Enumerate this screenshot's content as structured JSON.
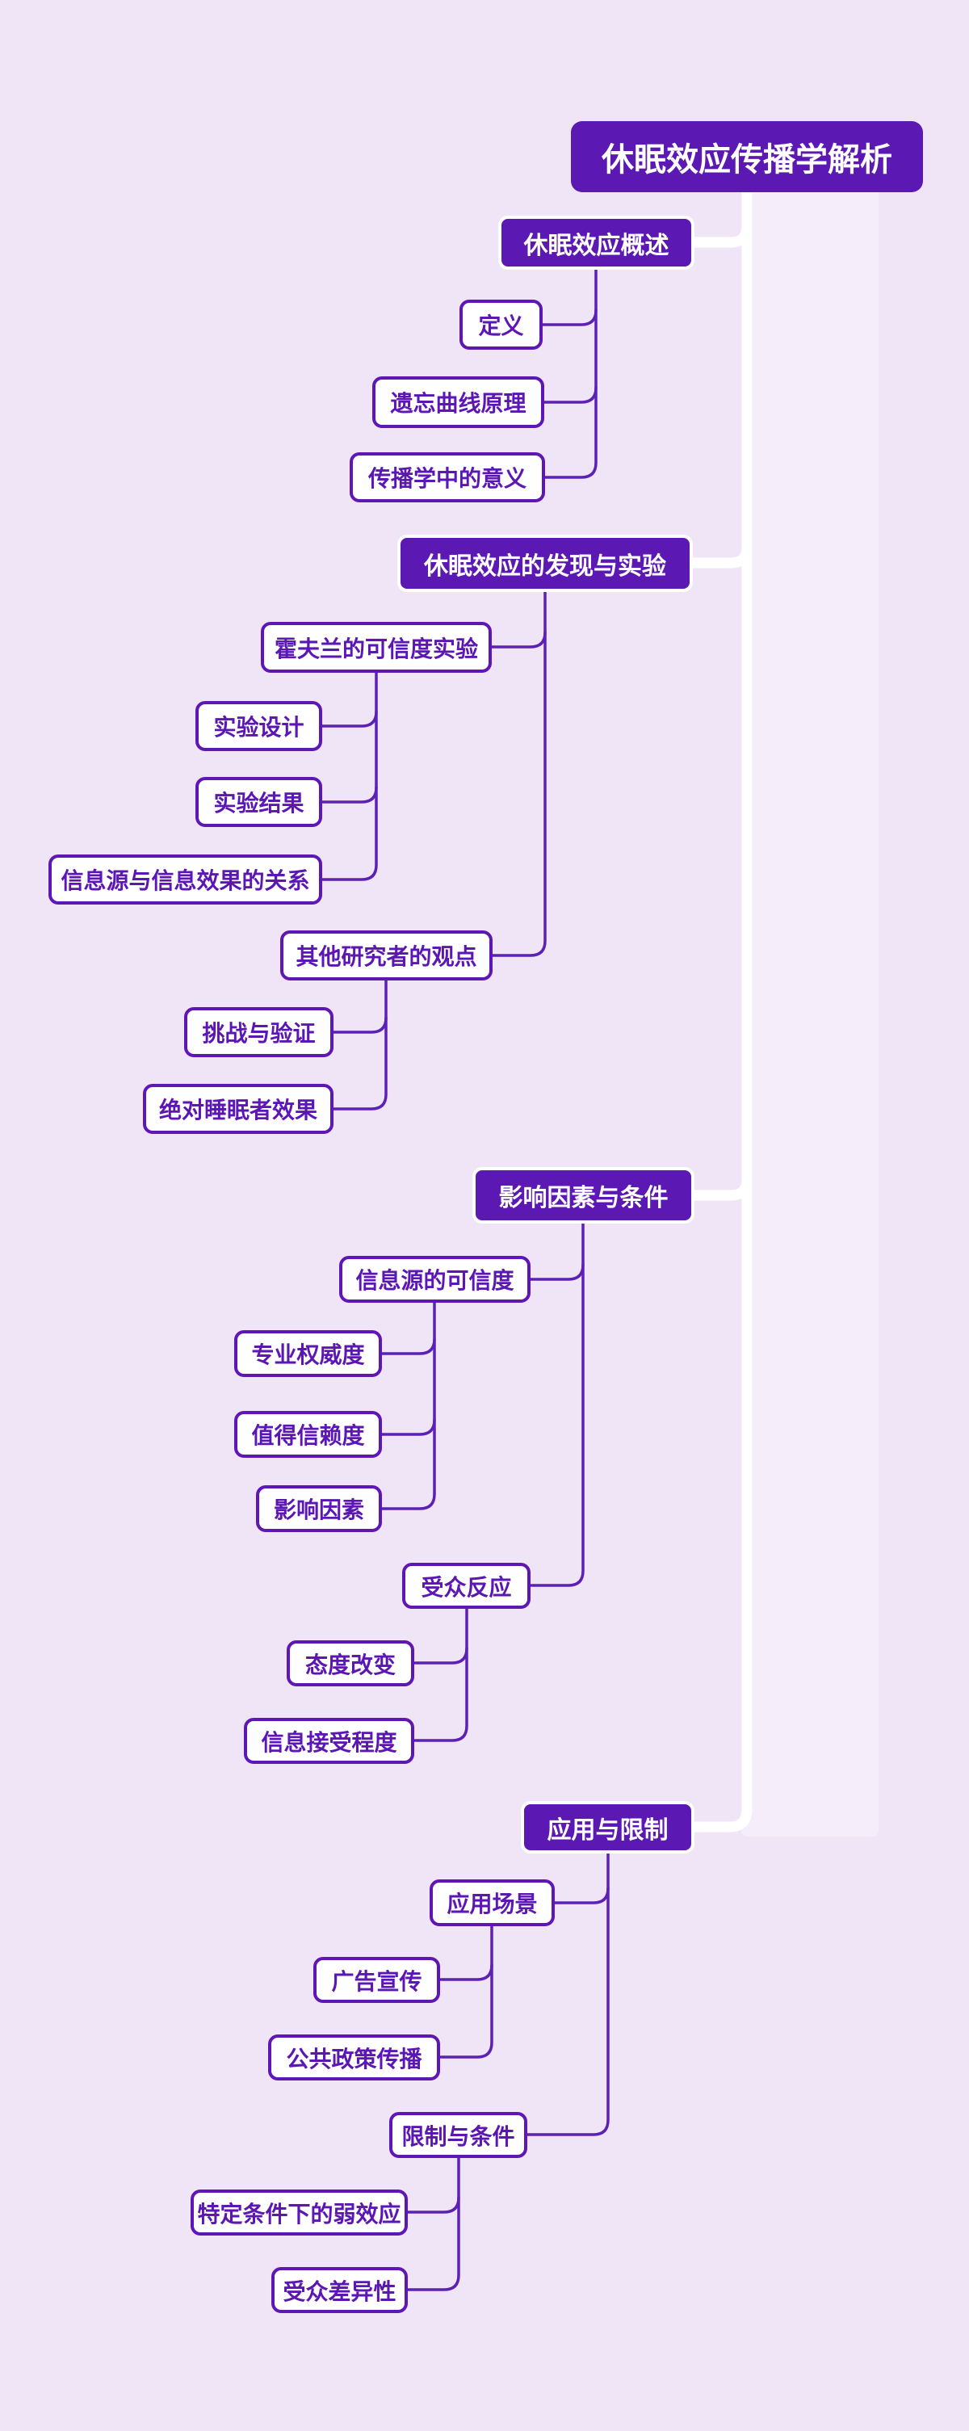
{
  "mindmap": {
    "root": {
      "label": "休眠效应传播学解析"
    },
    "branches": [
      {
        "label": "休眠效应概述",
        "children": [
          {
            "label": "定义"
          },
          {
            "label": "遗忘曲线原理"
          },
          {
            "label": "传播学中的意义"
          }
        ]
      },
      {
        "label": "休眠效应的发现与实验",
        "children": [
          {
            "label": "霍夫兰的可信度实验",
            "children": [
              {
                "label": "实验设计"
              },
              {
                "label": "实验结果"
              },
              {
                "label": "信息源与信息效果的关系"
              }
            ]
          },
          {
            "label": "其他研究者的观点",
            "children": [
              {
                "label": "挑战与验证"
              },
              {
                "label": "绝对睡眠者效果"
              }
            ]
          }
        ]
      },
      {
        "label": "影响因素与条件",
        "children": [
          {
            "label": "信息源的可信度",
            "children": [
              {
                "label": "专业权威度"
              },
              {
                "label": "值得信赖度"
              },
              {
                "label": "影响因素"
              }
            ]
          },
          {
            "label": "受众反应",
            "children": [
              {
                "label": "态度改变"
              },
              {
                "label": "信息接受程度"
              }
            ]
          }
        ]
      },
      {
        "label": "应用与限制",
        "children": [
          {
            "label": "应用场景",
            "children": [
              {
                "label": "广告宣传"
              },
              {
                "label": "公共政策传播"
              }
            ]
          },
          {
            "label": "限制与条件",
            "children": [
              {
                "label": "特定条件下的弱效应"
              },
              {
                "label": "受众差异性"
              }
            ]
          }
        ]
      }
    ],
    "colors": {
      "background": "#f0e5f7",
      "node_fill": "#5b18b2",
      "node_text_on_fill": "#ffffff",
      "leaf_fill": "#ffffff",
      "leaf_border": "#5e17b5",
      "leaf_text": "#5b16b3",
      "connector_primary": "#ffffff",
      "connector_secondary": "#5b21b6"
    }
  }
}
